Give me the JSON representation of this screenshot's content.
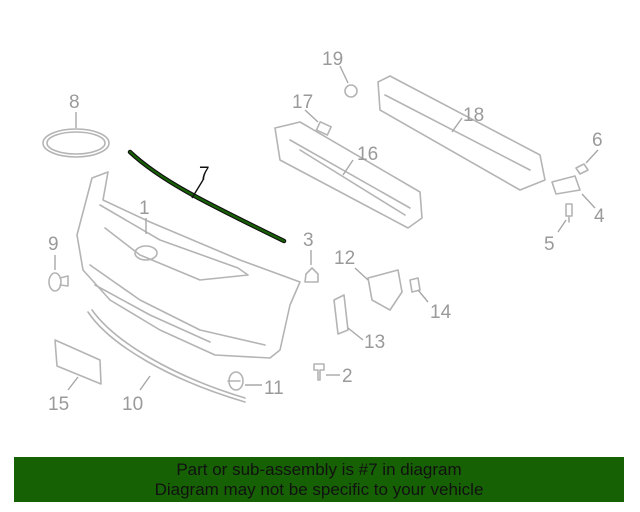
{
  "diagram": {
    "highlighted_part": "7",
    "highlight_color": "#176105",
    "callouts": [
      "1",
      "2",
      "3",
      "4",
      "5",
      "6",
      "7",
      "8",
      "9",
      "10",
      "11",
      "12",
      "13",
      "14",
      "15",
      "16",
      "17",
      "18",
      "19"
    ]
  },
  "banner": {
    "line1": "Part or sub-assembly is #7 in diagram",
    "line2": "Diagram may not be specific to your vehicle",
    "background": "#176105"
  }
}
